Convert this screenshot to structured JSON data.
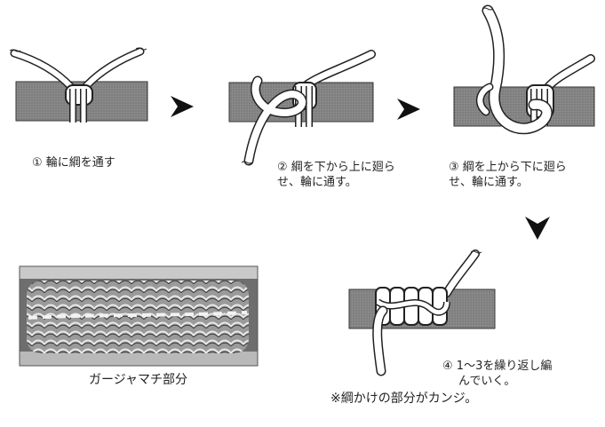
{
  "steps": [
    {
      "number": "①",
      "lines": [
        "輪に綱を通す"
      ]
    },
    {
      "number": "②",
      "lines": [
        "綱を下から上に廻ら",
        "せ、輪に通す。"
      ]
    },
    {
      "number": "③",
      "lines": [
        "綱を上から下に廻ら",
        "せ、輪に通す。"
      ]
    },
    {
      "number": "④",
      "lines": [
        "1～3を繰り返し編",
        "んでいく。"
      ]
    }
  ],
  "photo": {
    "caption": "ガージャマチ部分"
  },
  "note": "※綱かけの部分がカンジ。"
}
